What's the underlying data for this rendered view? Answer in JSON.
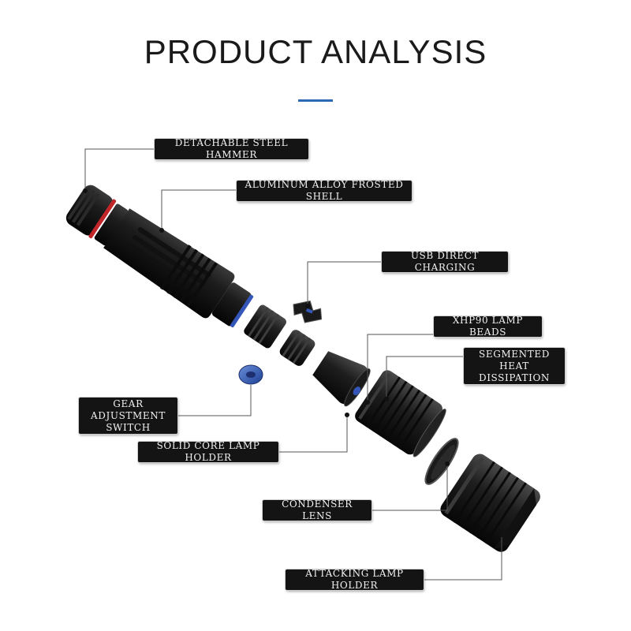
{
  "title": "PRODUCT ANALYSIS",
  "accent_color": "#2c6ab5",
  "labels": {
    "steel_hammer": "DETACHABLE STEEL HAMMER",
    "frosted_shell": "ALUMINUM ALLOY FROSTED SHELL",
    "usb_charging": "USB DIRECT CHARGING",
    "lamp_beads": "XHP90 LAMP BEADS",
    "heat_dissipation": "SEGMENTED HEAT\nDISSIPATION",
    "gear_switch": "GEAR ADJUSTMENT\nSWITCH",
    "solid_core_holder": "SOLID CORE LAMP HOLDER",
    "condenser_lens": "CONDENSER LENS",
    "attacking_holder": "ATTACKING LAMP HOLDER"
  }
}
